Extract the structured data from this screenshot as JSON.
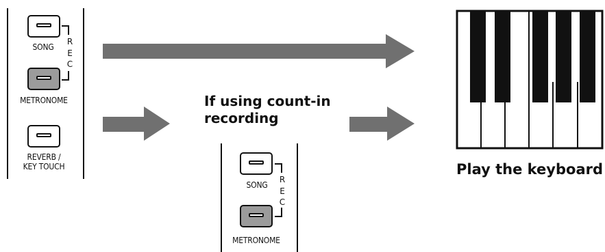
{
  "left_panel": {
    "buttons": [
      {
        "label": "SONG",
        "lit": false
      },
      {
        "label": "METRONOME",
        "lit": true
      },
      {
        "label_line1": "REVERB /",
        "label_line2": "KEY TOUCH",
        "lit": false
      }
    ],
    "rec_letters": [
      "R",
      "E",
      "C"
    ]
  },
  "middle_panel": {
    "caption_line1": "If using count-in",
    "caption_line2": "recording",
    "buttons": [
      {
        "label": "SONG",
        "lit": false
      },
      {
        "label": "METRONOME",
        "lit": true
      }
    ],
    "rec_letters": [
      "R",
      "E",
      "C"
    ]
  },
  "keyboard": {
    "caption": "Play the keyboard",
    "white_keys": 6,
    "black_keys": 5
  },
  "colors": {
    "arrow": "#707070",
    "lit_button": "#9b9b9b",
    "outline": "#111111"
  }
}
